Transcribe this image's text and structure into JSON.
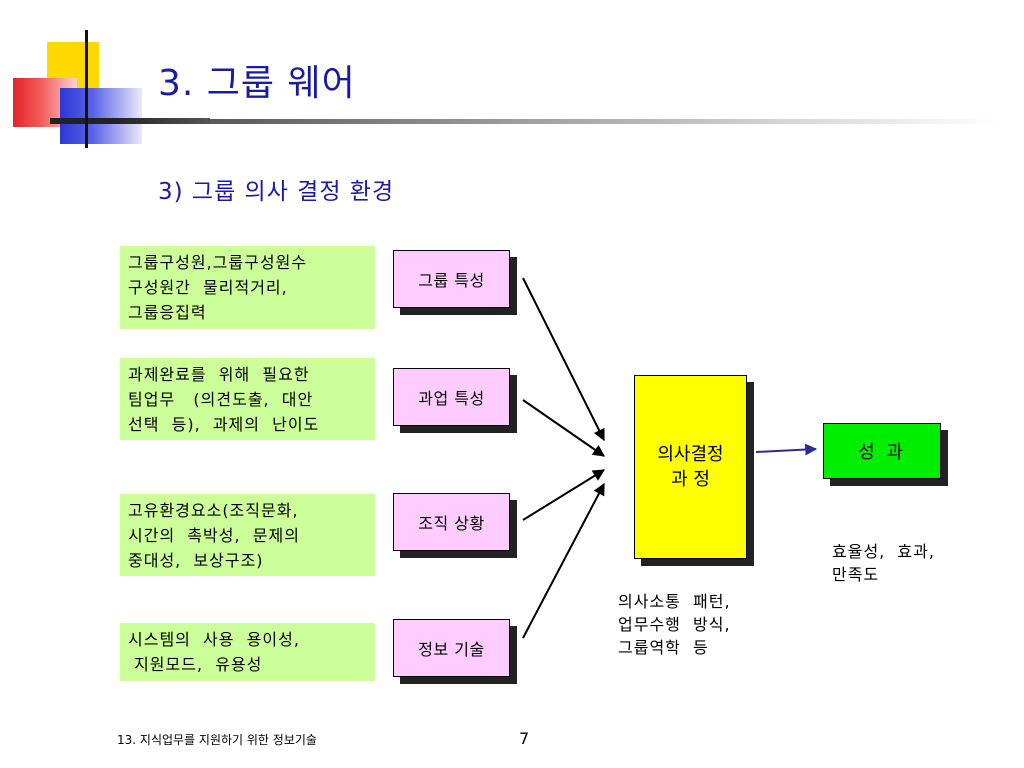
{
  "header": {
    "title": "3. 그룹 웨어",
    "subtitle": "3)  그룹 의사 결정 환경"
  },
  "factors": [
    {
      "label": "그룹 특성",
      "desc": [
        "그룹구성원,그룹구성원수",
        "구성원간  물리적거리,",
        "그룹응집력"
      ]
    },
    {
      "label": "과업 특성",
      "desc": [
        "과제완료를  위해  필요한",
        "팀업무   (의견도출,  대안",
        "선택  등),  과제의  난이도"
      ]
    },
    {
      "label": "조직 상황",
      "desc": [
        "고유환경요소(조직문화,",
        "시간의  촉박성,  문제의",
        "중대성,  보상구조)"
      ]
    },
    {
      "label": "정보 기술",
      "desc": [
        "시스템의  사용  용이성,",
        " 지원모드,  유용성"
      ]
    }
  ],
  "decision": {
    "line1": "의사결정",
    "line2": "과 정"
  },
  "decision_note": [
    "의사소통  패턴,",
    "업무수행  방식,",
    "그룹역학  등"
  ],
  "result": {
    "label": "성 과"
  },
  "result_note": [
    "효율성,  효과,",
    "만족도"
  ],
  "footer": {
    "text": "13. 지식업무를 지원하기 위한 정보기술",
    "page": "7"
  },
  "colors": {
    "title": "#1a1aa8",
    "factor_box": "#ffccff",
    "desc_box": "#ccff99",
    "decision_box": "#ffff00",
    "result_box": "#00ee00",
    "result_arrow": "#2b2b99"
  }
}
